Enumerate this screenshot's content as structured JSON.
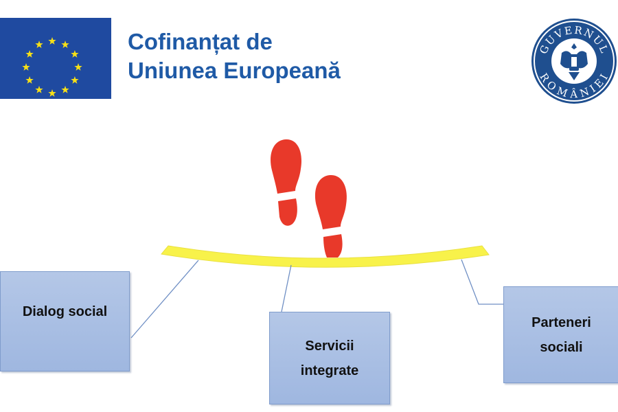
{
  "header": {
    "eu_text_line1": "Cofinanțat de",
    "eu_text_line2": "Uniunea Europeană",
    "seal_text_top": "GUVERNUL",
    "seal_text_bottom": "ROMÂNIEI",
    "eu_blue": "#1f4aa0",
    "eu_star": "#f7e017",
    "text_blue": "#1f5aa6"
  },
  "diagram": {
    "arc_color": "#f8f24a",
    "footprint_color": "#e8392a",
    "box_color": "#b4c7e7",
    "boxes": [
      {
        "label_line1": "Dialog social",
        "label_line2": ""
      },
      {
        "label_line1": "Servicii",
        "label_line2": "integrate"
      },
      {
        "label_line1": "Parteneri",
        "label_line2": "sociali"
      }
    ]
  }
}
